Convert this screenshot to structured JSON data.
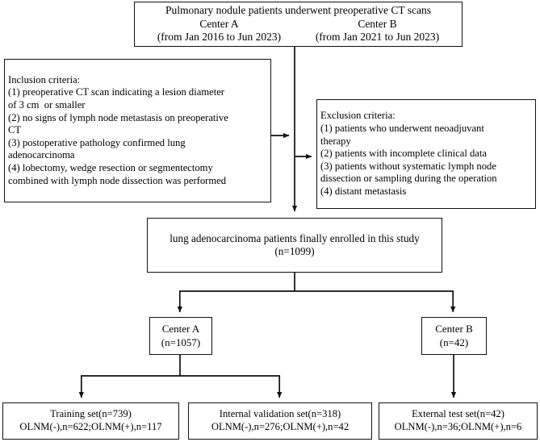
{
  "figure": {
    "type": "flowchart",
    "title": "Patient enrollment flowchart"
  },
  "nodes": {
    "source": {
      "header": "Pulmonary nodule patients underwent preoperative CT scans",
      "center_a_label": "Center A",
      "center_a_period": "(from Jan 2016 to Jun 2023)",
      "center_b_label": "Center B",
      "center_b_period": "(from Jan 2021 to Jun 2023)"
    },
    "inclusion": {
      "heading": "Inclusion criteria:",
      "lines": [
        "(1) preoperative CT scan indicating a lesion diameter",
        "of 3 cm  or smaller",
        "(2) no signs of lymph node metastasis on preoperative",
        "CT",
        "(3) postoperative pathology confirmed lung",
        "adenocarcinoma",
        "(4) lobectomy, wedge resection or segmentectomy",
        "combined with lymph node dissection was performed"
      ]
    },
    "exclusion": {
      "heading": "Exclusion criteria:",
      "lines": [
        "(1) patients who underwent neoadjuvant",
        "therapy",
        "(2) patients with incomplete clinical data",
        "(3) patients without systematic lymph node",
        "dissection or sampling during the operation",
        "(4) distant metastasis"
      ]
    },
    "enrolled": {
      "line1": "lung adenocarcinoma patients finally enrolled in this study",
      "line2": "(n=1099)",
      "n": 1099
    },
    "center_a": {
      "line1": "Center A",
      "line2": "(n=1057)",
      "n": 1057
    },
    "center_b": {
      "line1": "Center B",
      "line2": "(n=42)",
      "n": 42
    },
    "training_set": {
      "line1": "Training set(n=739)",
      "line2": "OLNM(-),n=622;OLNM(+),n=117",
      "n": 739,
      "olnm_negative": 622,
      "olnm_positive": 117
    },
    "internal_validation_set": {
      "line1": "Internal validation set(n=318)",
      "line2": "OLNM(-),n=276;OLNM(+),n=42",
      "n": 318,
      "olnm_negative": 276,
      "olnm_positive": 42
    },
    "external_test_set": {
      "line1": "External test set(n=42)",
      "line2": "OLNM(-),n=36;OLNM(+),n=6",
      "n": 42,
      "olnm_negative": 36,
      "olnm_positive": 6
    }
  },
  "edges": [
    {
      "from": "source",
      "to": "enrolled",
      "name": "source-to-enrolled"
    },
    {
      "from": "inclusion",
      "to": "main-spine",
      "name": "inclusion-to-spine"
    },
    {
      "from": "main-spine",
      "to": "exclusion",
      "name": "spine-to-exclusion"
    },
    {
      "from": "enrolled",
      "to": "center_a",
      "name": "enrolled-to-center-a"
    },
    {
      "from": "enrolled",
      "to": "center_b",
      "name": "enrolled-to-center-b"
    },
    {
      "from": "center_a",
      "to": "training_set",
      "name": "center-a-to-training"
    },
    {
      "from": "center_a",
      "to": "internal_validation_set",
      "name": "center-a-to-validation"
    },
    {
      "from": "center_b",
      "to": "external_test_set",
      "name": "center-b-to-test"
    }
  ],
  "style": {
    "stroke": "#111111",
    "background": "#ffffff"
  }
}
